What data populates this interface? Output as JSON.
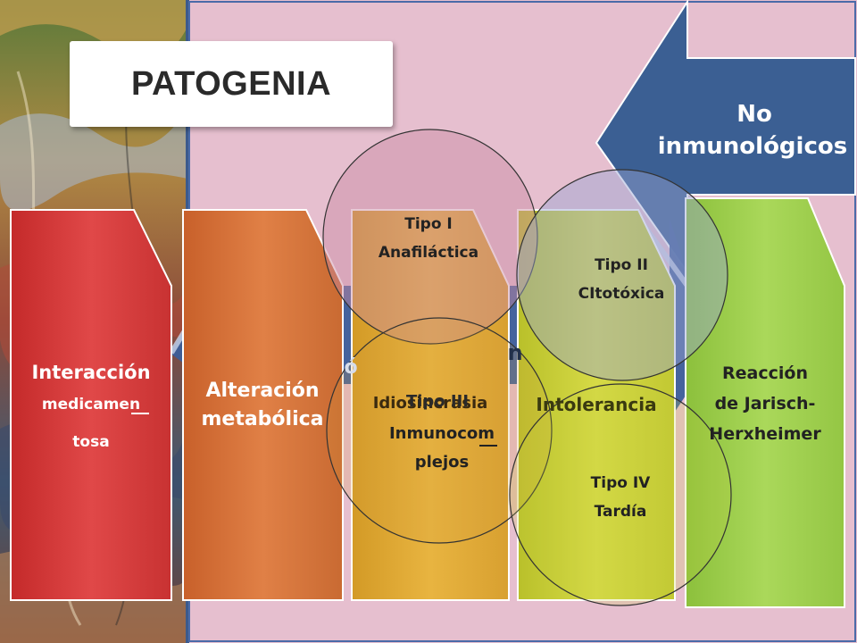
{
  "slide": {
    "title": "PATOGENIA",
    "no_inmuno": {
      "line1": "No",
      "line2": "inmunológicos"
    },
    "hidden_arrow_text": {
      "left": "ó",
      "right": "n"
    },
    "steps": [
      {
        "lines": [
          "Interacción",
          "medicamen",
          "tosa"
        ],
        "color": "#d94242"
      },
      {
        "lines": [
          "Alteración",
          "metabólica"
        ],
        "color": "#d9743a"
      },
      {
        "lines": [
          "Idiosincrasia"
        ],
        "color": "#d4a030"
      },
      {
        "lines": [
          "Intolerancia"
        ],
        "color": "#c4cc3c"
      },
      {
        "lines": [
          "Reacción",
          "de Jarisch-",
          "Herxheimer"
        ],
        "color": "#9ccc50"
      }
    ],
    "circles": [
      {
        "lines": [
          "Tipo I",
          "Anafiláctica"
        ]
      },
      {
        "lines": [
          "Tipo II",
          "CItotóxica"
        ]
      },
      {
        "lines": [
          "Tipo III",
          "Inmunocom",
          "plejos"
        ]
      },
      {
        "lines": [
          "Tipo IV",
          "Tardía"
        ]
      }
    ]
  }
}
